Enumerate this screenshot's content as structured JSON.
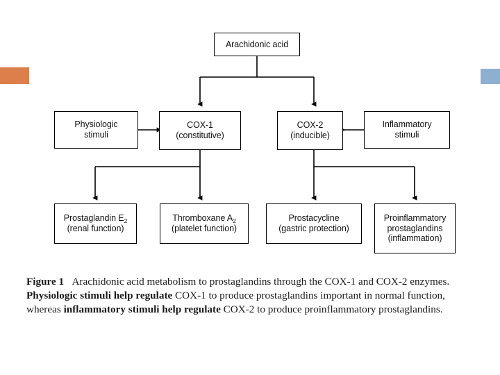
{
  "figure": {
    "type": "flowchart",
    "title": "Arachidonic acid metabolism to prostaglandins through the COX-1 and COX-2 enzymes",
    "nodes": {
      "arachidonic_acid": {
        "line1": "Arachidonic acid"
      },
      "physiologic_stimuli": {
        "line1": "Physiologic",
        "line2": "stimuli"
      },
      "cox1": {
        "line1": "COX-1",
        "line2": "(constitutive)"
      },
      "cox2": {
        "line1": "COX-2",
        "line2": "(inducible)"
      },
      "inflammatory_stimuli": {
        "line1": "Inflammatory",
        "line2": "stimuli"
      },
      "prostaglandin_e2": {
        "line1_pre": "Prostaglandin E",
        "line1_sub": "2",
        "line2": "(renal function)"
      },
      "thromboxane_a2": {
        "line1_pre": "Thromboxane A",
        "line1_sub": "2",
        "line2": "(platelet function)"
      },
      "prostacycline": {
        "line1": "Prostacycline",
        "line2": "(gastric protection)"
      },
      "proinflammatory": {
        "line1": "Proinflammatory",
        "line2": "prostaglandins",
        "line3": "(inflammation)"
      }
    },
    "edges": [
      {
        "from": "arachidonic_acid",
        "to": "cox1",
        "style": "arrow"
      },
      {
        "from": "arachidonic_acid",
        "to": "cox2",
        "style": "arrow"
      },
      {
        "from": "physiologic_stimuli",
        "to": "cox1",
        "style": "arrow"
      },
      {
        "from": "inflammatory_stimuli",
        "to": "cox2",
        "style": "arrow"
      },
      {
        "from": "cox1",
        "to": "prostaglandin_e2",
        "style": "arrow"
      },
      {
        "from": "cox1",
        "to": "thromboxane_a2",
        "style": "arrow"
      },
      {
        "from": "cox2",
        "to": "prostacycline",
        "style": "arrow"
      },
      {
        "from": "cox2",
        "to": "proinflammatory",
        "style": "arrow"
      }
    ]
  },
  "caption": {
    "label": "Figure 1",
    "part1": "Arachidonic acid metabolism to prostaglandins through the COX-1 and COX-2 enzymes. ",
    "em1": "Physiologic stimuli help regulate",
    "part2": " COX-1 to produce prostaglandins important in normal function, whereas ",
    "em2": "inflammatory stimuli help regulate",
    "part3": " COX-2 to produce proinflammatory prostaglandins."
  },
  "decorations": {
    "left_block_color": "#dd7f4a",
    "right_block_color": "#8eb0d0"
  }
}
